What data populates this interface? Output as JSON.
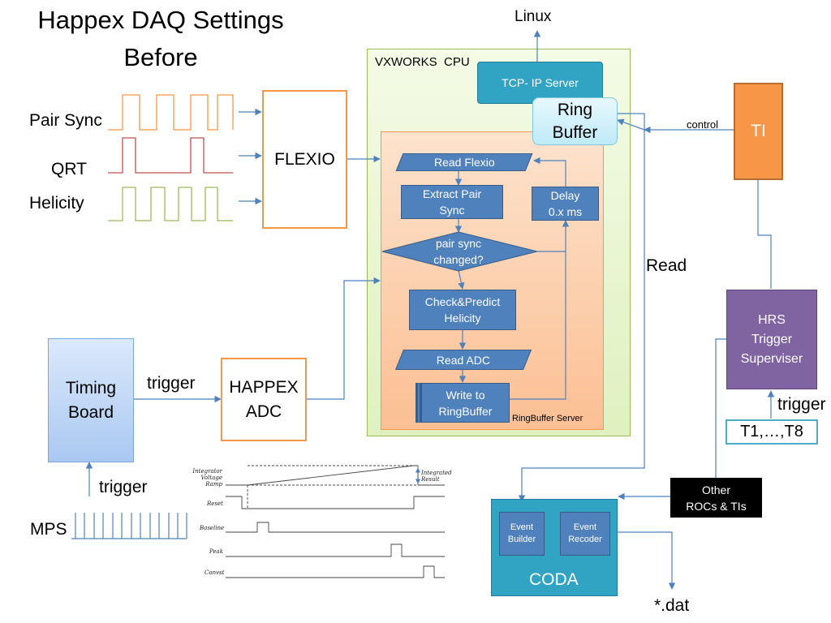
{
  "title": {
    "line1": "Happex DAQ Settings",
    "line2": "Before"
  },
  "signals": {
    "pair_sync": "Pair Sync",
    "qrt": "QRT",
    "helicity": "Helicity"
  },
  "flexio": "FLEXIO",
  "linux": "Linux",
  "cpu": {
    "title": "VXWORKS  CPU",
    "tcp_server": "TCP- IP Server",
    "ring_buffer": {
      "line1": "Ring",
      "line2": "Buffer"
    },
    "ringbuffer_server": "RingBuffer Server"
  },
  "flowchart": {
    "read_flexio": "Read Flexio",
    "extract_pair_sync": {
      "line1": "Extract Pair",
      "line2": "Sync"
    },
    "delay": {
      "line1": "Delay",
      "line2": "0.x ms"
    },
    "pair_sync_changed": {
      "line1": "pair sync",
      "line2": "changed?"
    },
    "check_predict": {
      "line1": "Check&Predict",
      "line2": "Helicity"
    },
    "read_adc": "Read ADC",
    "write_ringbuffer": {
      "line1": "Write to",
      "line2": "RingBuffer"
    }
  },
  "control": "control",
  "ti": "TI",
  "read": "Read",
  "hrs": {
    "line1": "HRS",
    "line2": "Trigger",
    "line3": "Superviser"
  },
  "trigger_hrs": "trigger",
  "t1_t8": "T1,…,T8",
  "other_rocs": {
    "line1": "Other",
    "line2": "ROCs & TIs"
  },
  "timing_board": {
    "line1": "Timing",
    "line2": "Board"
  },
  "trigger_timing": "trigger",
  "happex_adc": {
    "line1": "HAPPEX",
    "line2": "ADC"
  },
  "trigger_mps": "trigger",
  "mps": "MPS",
  "coda": {
    "title": "CODA",
    "event_builder": {
      "line1": "Event",
      "line2": "Builder"
    },
    "event_recoder": {
      "line1": "Event",
      "line2": "Recoder"
    }
  },
  "dat": "*.dat",
  "timing_diagram": {
    "ramp_label": {
      "line1": "Integrator",
      "line2": "Voltage",
      "line3": "Ramp"
    },
    "reset": "Reset",
    "baseline": "Baseline",
    "peak": "Peak",
    "convst": "Convst",
    "integrated": {
      "line1": "Integrated",
      "line2": "Result"
    }
  },
  "colors": {
    "orange": "#f79646",
    "blue": "#4f81bd",
    "purple": "#8064a2",
    "cpu_green": "#ebf7d3",
    "server_peach": "#fbc9a3",
    "coda_teal": "#31a4c3"
  }
}
